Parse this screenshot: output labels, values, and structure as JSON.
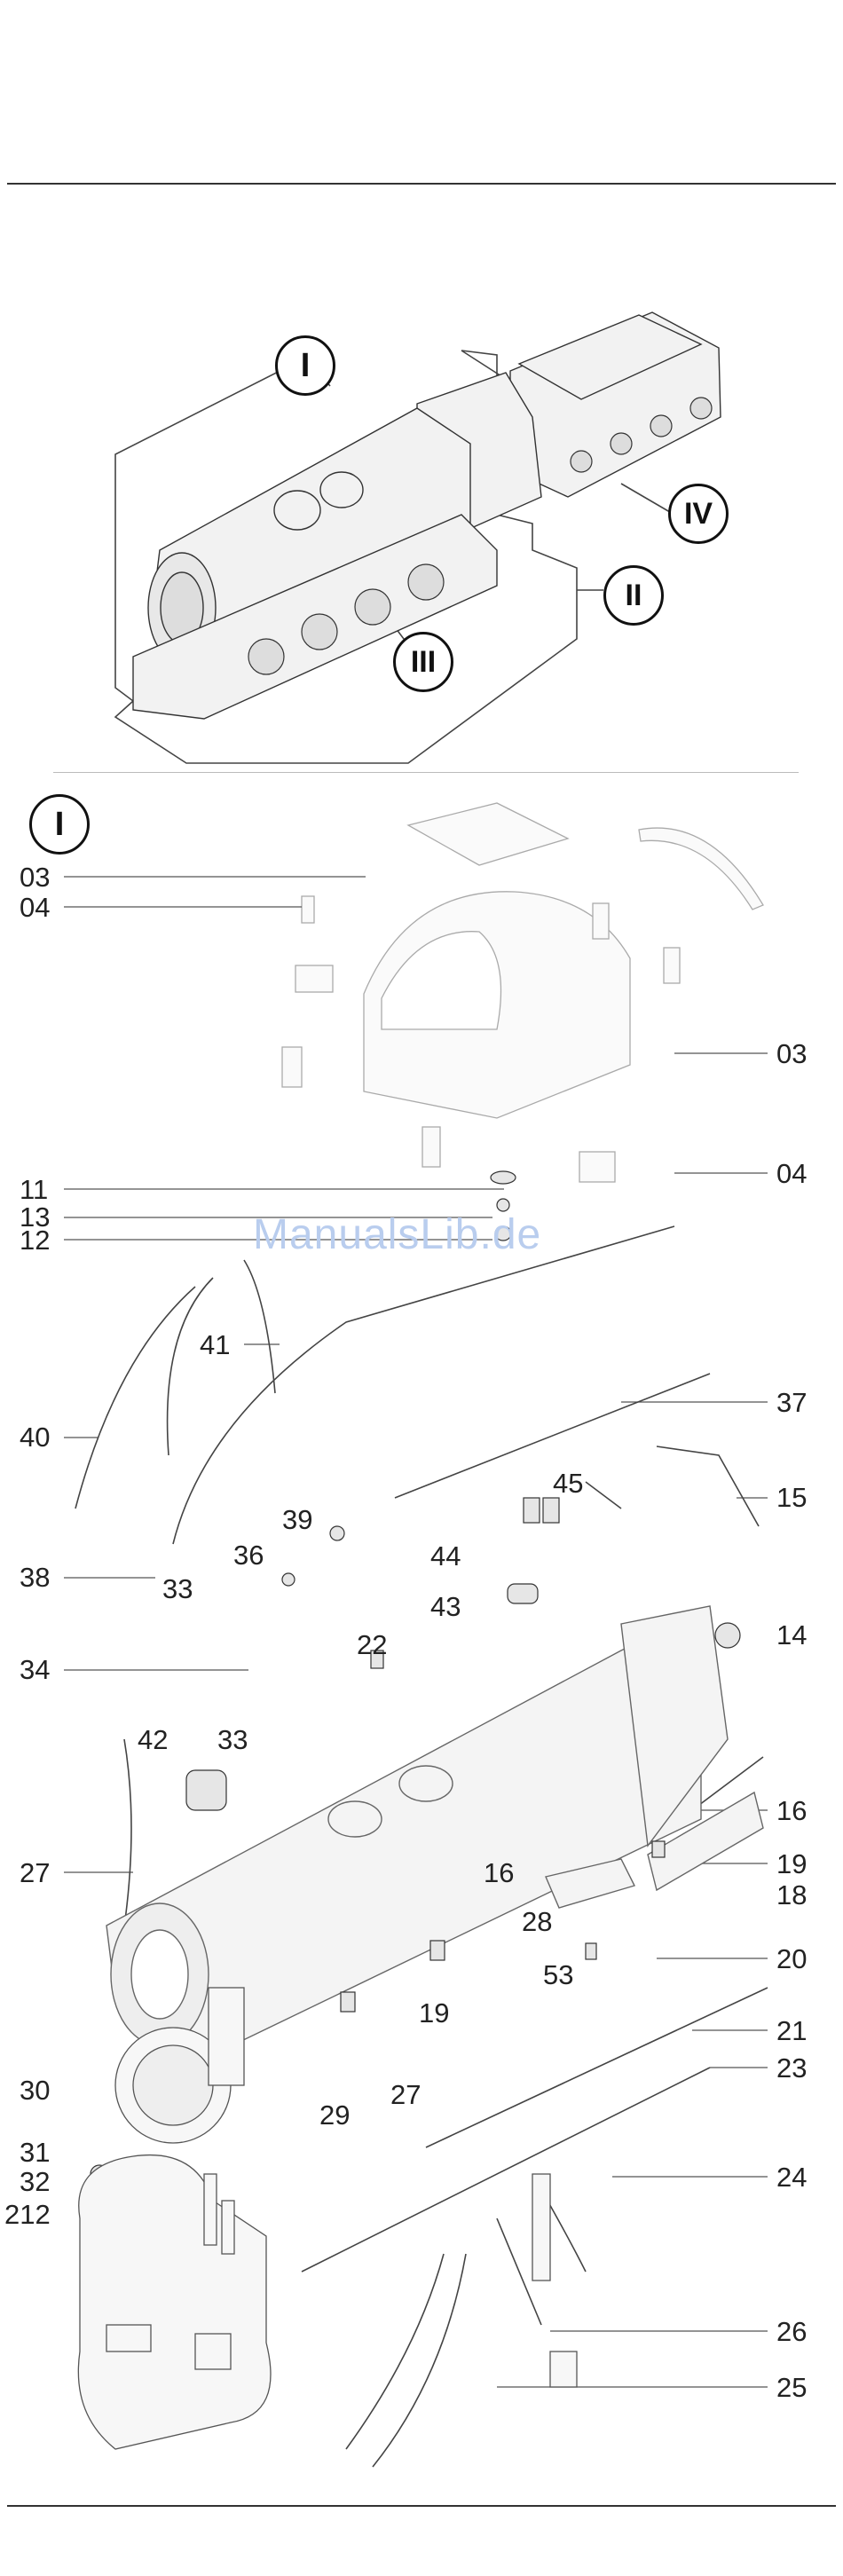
{
  "overview": {
    "section_labels": [
      "I",
      "IV",
      "II",
      "III"
    ]
  },
  "detail": {
    "section_label": "I",
    "callouts": {
      "c03a": "03",
      "c04a": "04",
      "c03b": "03",
      "c04b": "04",
      "c11": "11",
      "c13": "13",
      "c12": "12",
      "c41": "41",
      "c40": "40",
      "c37": "37",
      "c38": "38",
      "c45": "45",
      "c15": "15",
      "c39": "39",
      "c36": "36",
      "c44": "44",
      "c43": "43",
      "c33a": "33",
      "c14": "14",
      "c22": "22",
      "c34": "34",
      "c42": "42",
      "c33b": "33",
      "c16a": "16",
      "c27a": "27",
      "c16b": "16",
      "c19a": "19",
      "c18": "18",
      "c28": "28",
      "c20": "20",
      "c53": "53",
      "c19b": "19",
      "c21": "21",
      "c30": "30",
      "c29": "29",
      "c23": "23",
      "c27b": "27",
      "c31": "31",
      "c32": "32",
      "c212": "212",
      "c24": "24",
      "c26": "26",
      "c25": "25"
    }
  },
  "watermark": "ManualsLib.de"
}
